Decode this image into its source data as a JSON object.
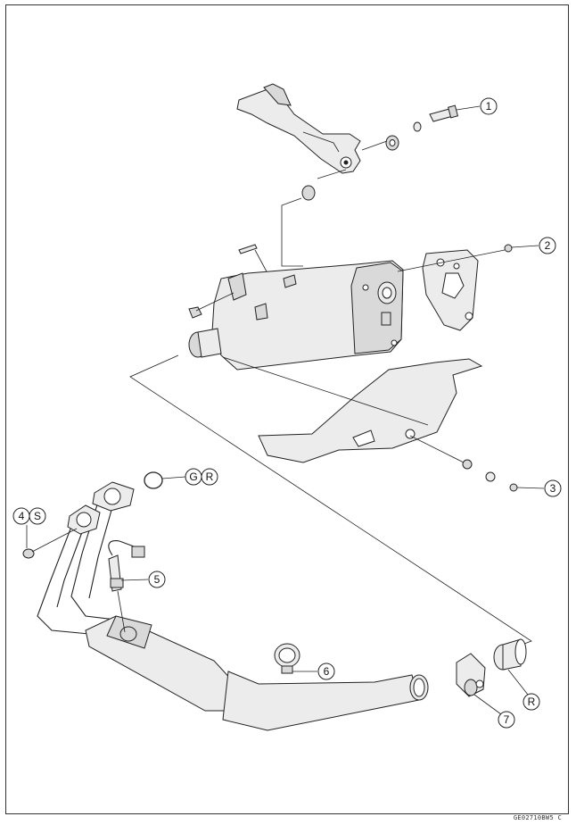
{
  "callouts": [
    {
      "id": "c1",
      "label": "1"
    },
    {
      "id": "c2",
      "label": "2"
    },
    {
      "id": "c3",
      "label": "3"
    },
    {
      "id": "c4",
      "label": "4"
    },
    {
      "id": "cS",
      "label": "S"
    },
    {
      "id": "c5",
      "label": "5"
    },
    {
      "id": "cG",
      "label": "G"
    },
    {
      "id": "cR1",
      "label": "R"
    },
    {
      "id": "c6",
      "label": "6"
    },
    {
      "id": "c7",
      "label": "7"
    },
    {
      "id": "cR2",
      "label": "R"
    }
  ],
  "drawing_code": "GE02710BW5 C"
}
